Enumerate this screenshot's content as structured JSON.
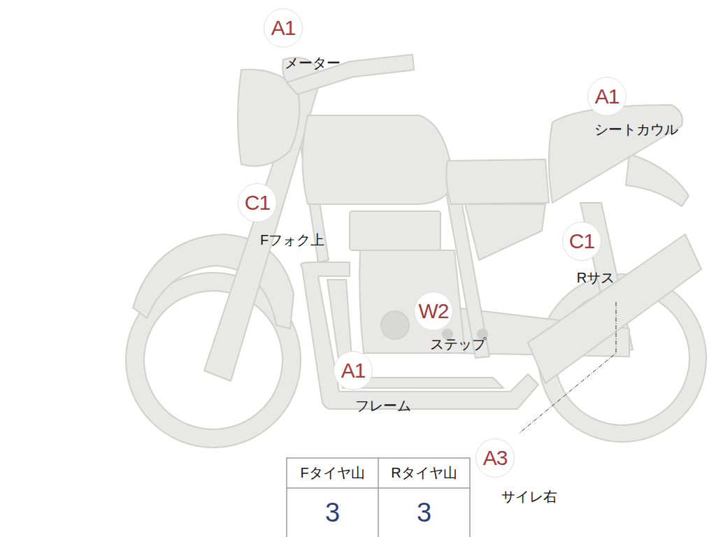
{
  "diagram": {
    "nodes": [
      {
        "text": [
          "A1",
          "メーター"
        ]
      },
      {
        "text": [
          "A1",
          "シートカウル"
        ]
      },
      {
        "text": [
          "C1",
          "Fフォク上"
        ]
      },
      {
        "text": [
          "C1",
          "Rサス"
        ]
      },
      {
        "text": [
          "W2",
          "ステップ"
        ]
      },
      {
        "text": [
          "A1",
          "フレーム"
        ]
      },
      {
        "text": [
          "A3",
          "サイレ右"
        ]
      }
    ],
    "labels": [
      "Fタイヤ山",
      "Rタイヤ山",
      "3",
      "3"
    ]
  }
}
